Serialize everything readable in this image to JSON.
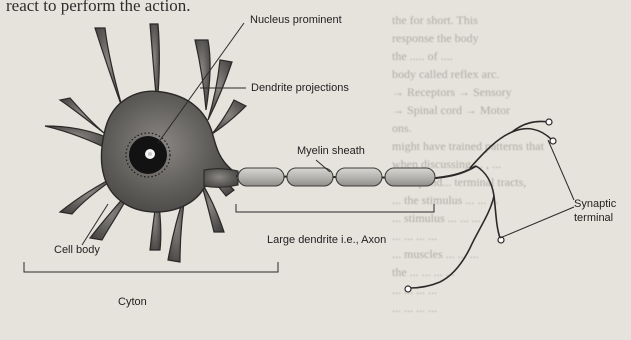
{
  "page_fragment": {
    "top_line": "react to perform the action.",
    "right_column": [
      "the for short. This",
      "response the body",
      "the ..... of ....",
      "body called reflex arc.",
      "→ Receptors → Sensory",
      "→ Spinal cord → Motor",
      "ons.",
      "might have trained patterns that",
      "when discussing ... , ...",
      "to respond... terminal tracts,",
      "... the stimulus ... ... ...",
      "... stimulus ... ... ...",
      "... ... ... ...",
      "... muscles ... ... ...",
      "the ... ... ... ...",
      "... ... ... ...",
      "... ... ... ..."
    ]
  },
  "diagram": {
    "labels": {
      "nucleus": "Nucleus prominent",
      "dendrites": "Dendrite projections",
      "myelin": "Myelin sheath",
      "cell_body": "Cell body",
      "axon": "Large dendrite i.e., Axon",
      "synaptic_line1": "Synaptic",
      "synaptic_line2": "terminal",
      "cyton": "Cyton"
    },
    "colors": {
      "cell_fill": "#5a5856",
      "cell_edge": "#2a2928",
      "nucleus_dark": "#111111",
      "nucleus_light": "#f4f4f4",
      "myelin_fill": "#bdbcb8",
      "myelin_edge": "#3d3c3a",
      "line": "#2b2a29"
    }
  }
}
